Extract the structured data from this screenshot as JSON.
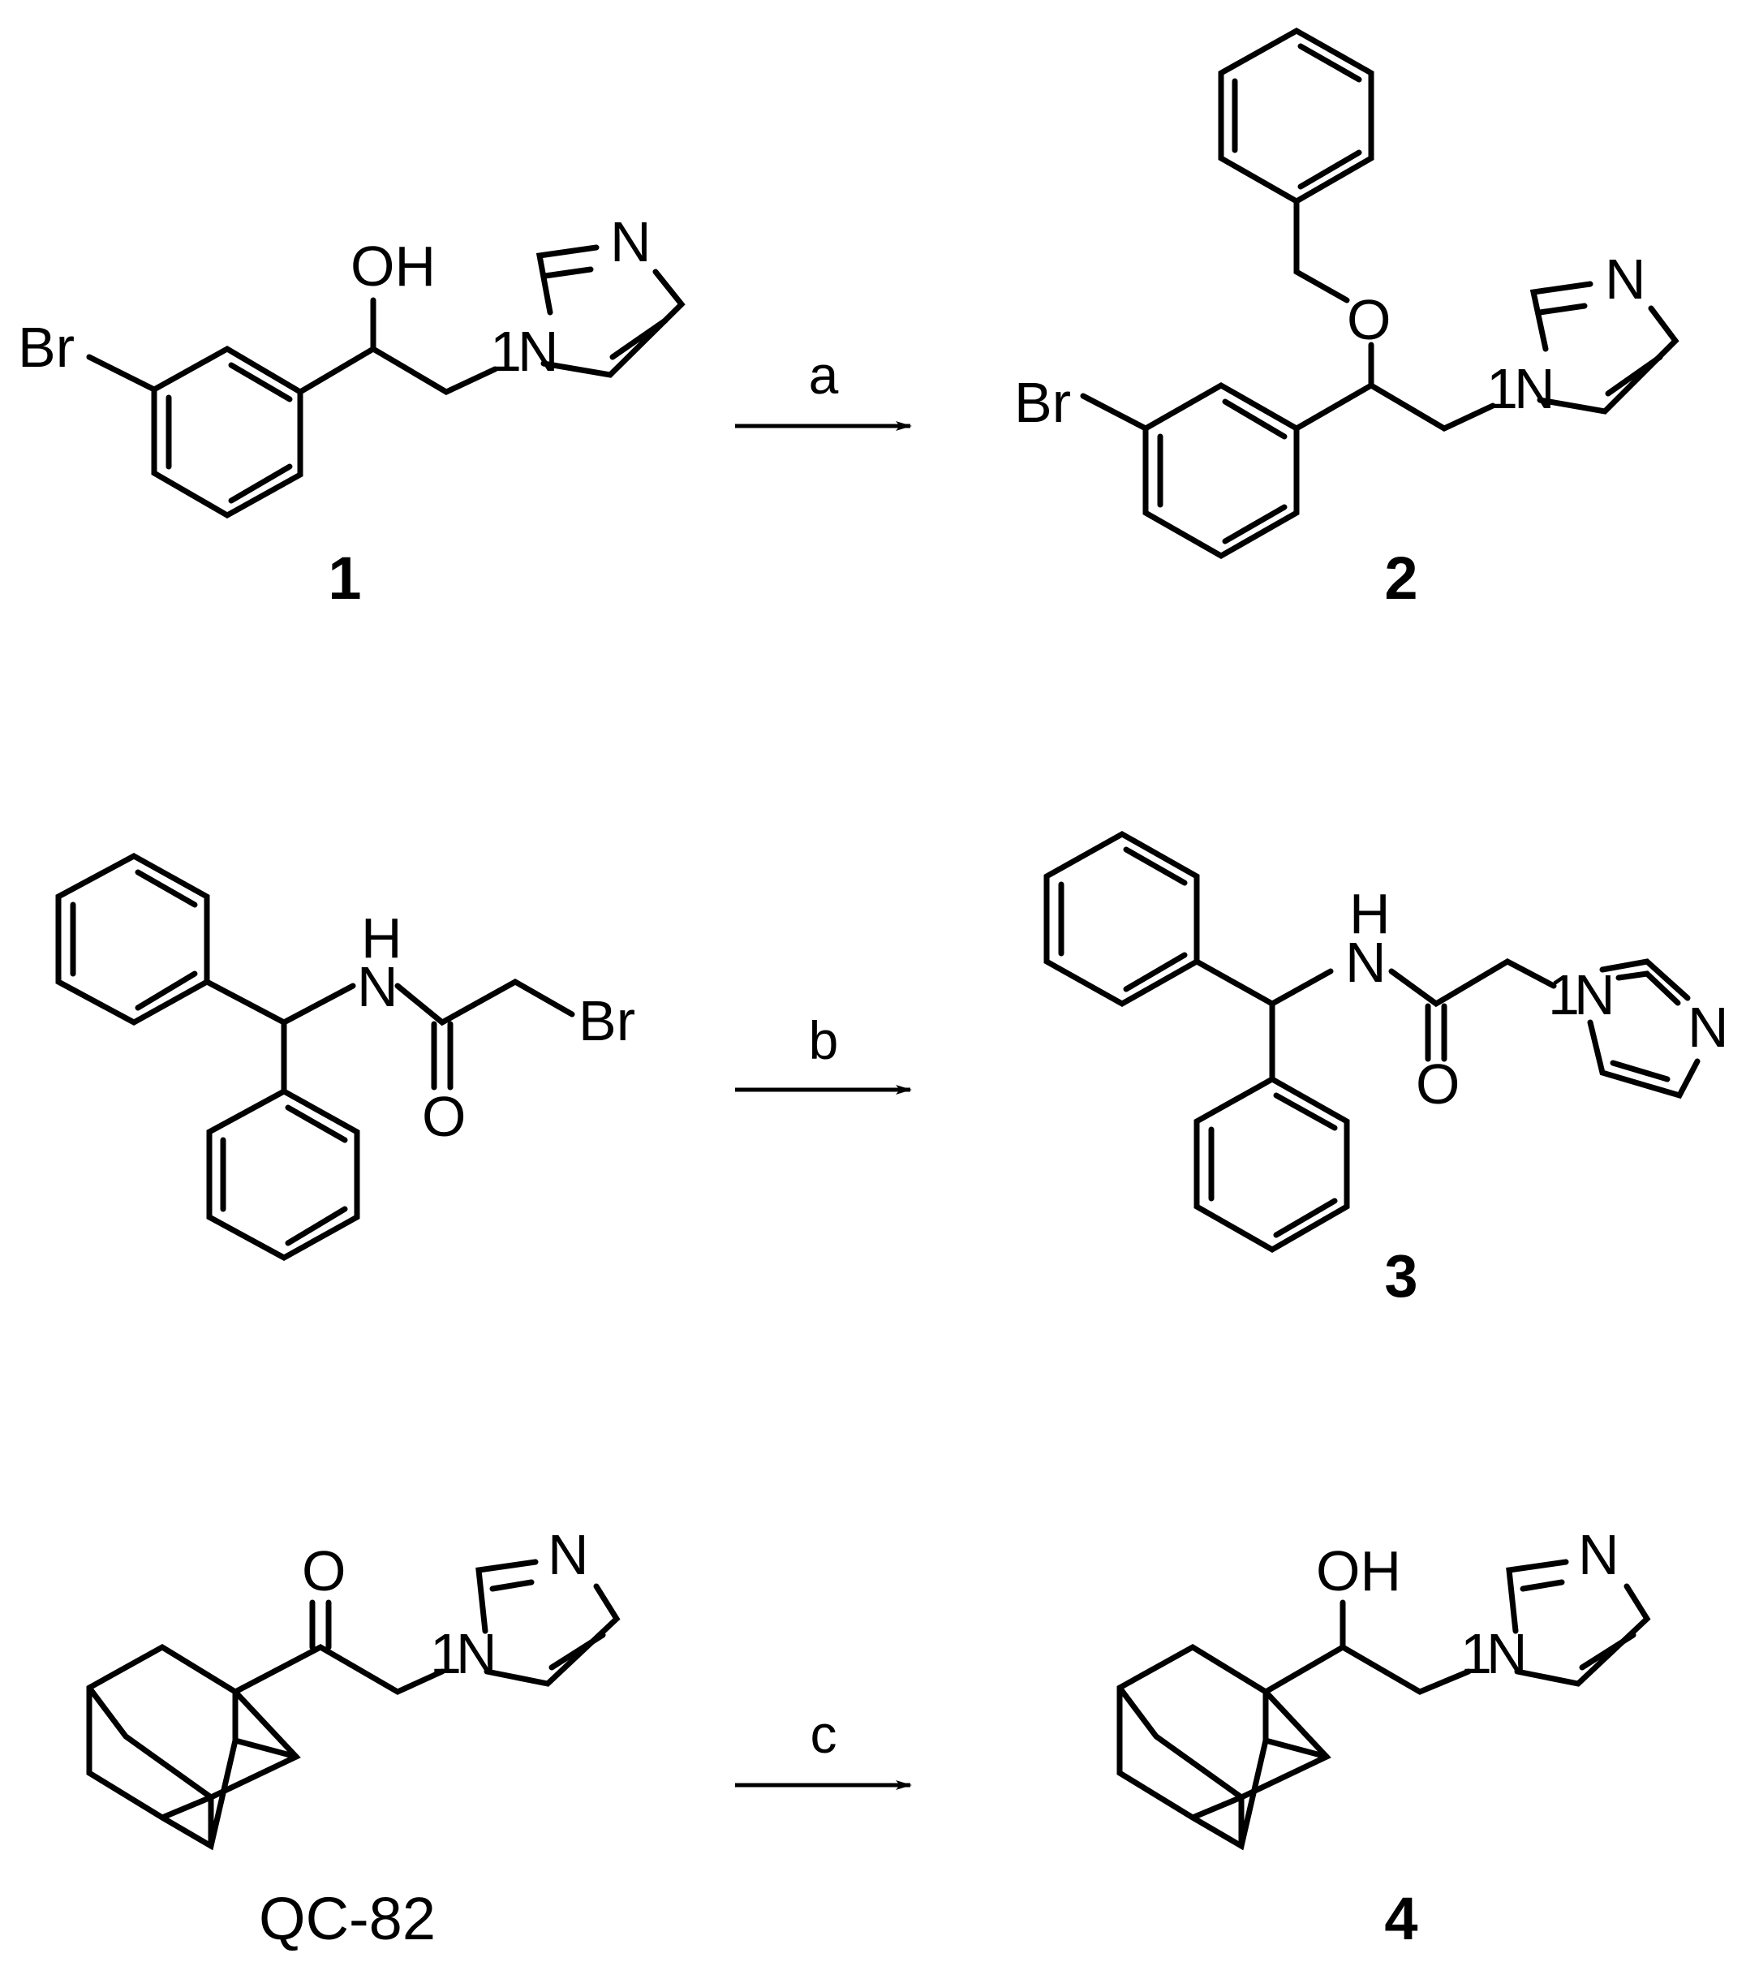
{
  "reactions": [
    {
      "reactant": {
        "atoms": {
          "br": "Br",
          "oh": "OH",
          "n1": "N",
          "n2": "N",
          "n1_locant": "1"
        },
        "label": "1"
      },
      "condition": "a",
      "product": {
        "atoms": {
          "br": "Br",
          "o": "O",
          "n1": "N",
          "n2": "N",
          "n1_locant": "1"
        },
        "label": "2"
      }
    },
    {
      "reactant": {
        "atoms": {
          "h": "H",
          "nh": "N",
          "br": "Br",
          "o": "O"
        }
      },
      "condition": "b",
      "product": {
        "atoms": {
          "h": "H",
          "nh": "N",
          "o": "O",
          "n1": "N",
          "n2": "N",
          "n1_locant": "1"
        },
        "label": "3"
      }
    },
    {
      "reactant": {
        "atoms": {
          "o": "O",
          "n1": "N",
          "n2": "N",
          "n1_locant": "1"
        },
        "label": "QC-82"
      },
      "condition": "c",
      "product": {
        "atoms": {
          "oh": "OH",
          "n1": "N",
          "n2": "N",
          "n1_locant": "1"
        },
        "label": "4"
      }
    }
  ]
}
